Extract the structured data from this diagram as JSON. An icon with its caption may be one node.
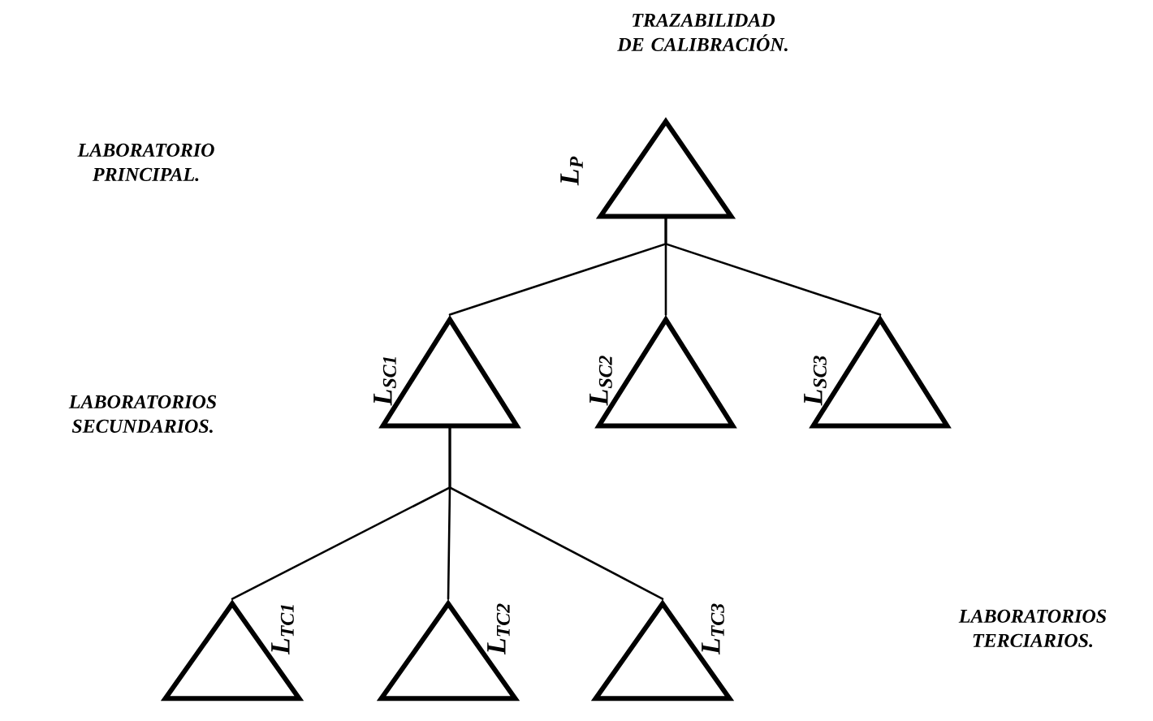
{
  "diagram": {
    "title": "TRAZABILIDAD DE CALIBRACIÓN.",
    "nodes": [
      {
        "text": [],
        "shape": "triangle",
        "beside": [
          "L$_{P}$"
        ]
      },
      {
        "text": [],
        "shape": "triangle",
        "beside": [
          "L$_{SC1}$"
        ]
      },
      {
        "text": [],
        "shape": "triangle",
        "beside": [
          "L$_{SC2}$"
        ]
      },
      {
        "text": [],
        "shape": "triangle",
        "beside": [
          "L$_{SC3}$"
        ]
      },
      {
        "text": [],
        "shape": "triangle",
        "beside": [
          "L$_{TC1}$"
        ]
      },
      {
        "text": [],
        "shape": "triangle",
        "beside": [
          "L$_{TC2}$"
        ]
      },
      {
        "text": [],
        "shape": "triangle",
        "beside": [
          "L$_{TC3}$"
        ]
      }
    ],
    "edges": [
      {
        "from": 0,
        "to": 1,
        "arrow": "none"
      },
      {
        "from": 0,
        "to": 2,
        "arrow": "none"
      },
      {
        "from": 0,
        "to": 3,
        "arrow": "none"
      },
      {
        "from": 1,
        "to": 4,
        "arrow": "none"
      },
      {
        "from": 1,
        "to": 5,
        "arrow": "none"
      },
      {
        "from": 1,
        "to": 6,
        "arrow": "none"
      }
    ],
    "labels": [
      "LABORATORIO PRINCIPAL.",
      "LABORATORIOS SECUNDARIOS.",
      "LABORATORIOS TERCIARIOS."
    ]
  }
}
